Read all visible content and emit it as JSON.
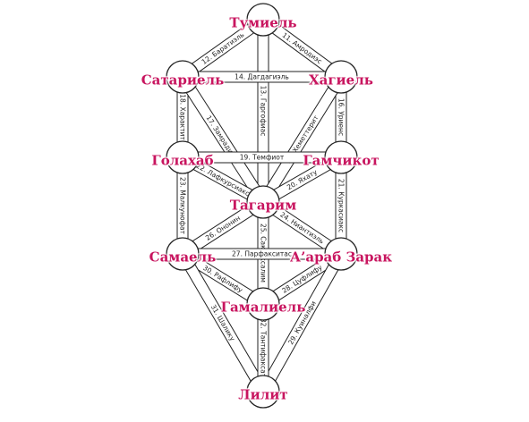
{
  "diagram": {
    "accent_color": "#c8155f",
    "nodes": [
      {
        "id": "n1",
        "label": "Тумиель"
      },
      {
        "id": "n2",
        "label": "Сатариель"
      },
      {
        "id": "n3",
        "label": "Хагиель"
      },
      {
        "id": "n4",
        "label": "Голахаб"
      },
      {
        "id": "n5",
        "label": "Гамчикот"
      },
      {
        "id": "n6",
        "label": "Тагарим"
      },
      {
        "id": "n7",
        "label": "Самаель"
      },
      {
        "id": "n8",
        "label": "А’араб Зарак"
      },
      {
        "id": "n9",
        "label": "Гамалиель"
      },
      {
        "id": "n10",
        "label": "Лилит"
      }
    ],
    "paths": [
      {
        "from": "n1",
        "to": "n2",
        "label": "12. Баратиэль"
      },
      {
        "from": "n1",
        "to": "n3",
        "label": "11. Амродиэс"
      },
      {
        "from": "n1",
        "to": "n6",
        "label": "13. Гаргофиас"
      },
      {
        "from": "n2",
        "to": "n3",
        "label": "14. Дагдагиэль"
      },
      {
        "from": "n2",
        "to": "n4",
        "label": "18. Характит"
      },
      {
        "from": "n2",
        "to": "n6",
        "label": "17. Замрадиэль"
      },
      {
        "from": "n3",
        "to": "n5",
        "label": "16. Уриенс"
      },
      {
        "from": "n3",
        "to": "n6",
        "label": "15. Хеметтерит"
      },
      {
        "from": "n4",
        "to": "n5",
        "label": "19. Темфиот"
      },
      {
        "from": "n4",
        "to": "n6",
        "label": "22. Лафкурсиакс"
      },
      {
        "from": "n4",
        "to": "n7",
        "label": "23. Малкунофат"
      },
      {
        "from": "n5",
        "to": "n6",
        "label": "20. Яхату"
      },
      {
        "from": "n5",
        "to": "n8",
        "label": "21. Куркасиакс"
      },
      {
        "from": "n6",
        "to": "n7",
        "label": "26. Ононин"
      },
      {
        "from": "n6",
        "to": "n8",
        "label": "24. Ниантиэль"
      },
      {
        "from": "n6",
        "to": "n9",
        "label": "25. Саксаксалим"
      },
      {
        "from": "n7",
        "to": "n8",
        "label": "27. Парфакситас"
      },
      {
        "from": "n7",
        "to": "n9",
        "label": "30. Рафлифу"
      },
      {
        "from": "n7",
        "to": "n10",
        "label": "31. Шалику"
      },
      {
        "from": "n8",
        "to": "n9",
        "label": "28. Цуфлифу"
      },
      {
        "from": "n8",
        "to": "n10",
        "label": "29. Куиналфи"
      },
      {
        "from": "n9",
        "to": "n10",
        "label": "32. Тантифаксат"
      }
    ]
  }
}
